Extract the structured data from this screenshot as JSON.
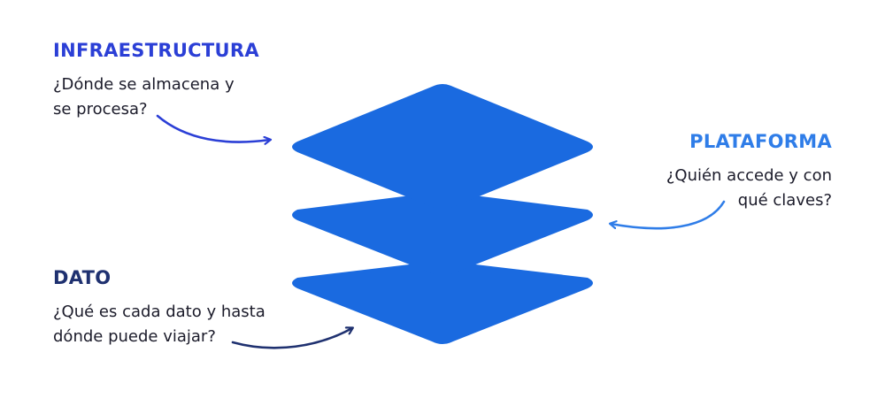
{
  "labels": {
    "infraestructura": {
      "title": "INFRAESTRUCTURA",
      "question_line1": "¿Dónde se almacena y",
      "question_line2": "se procesa?"
    },
    "plataforma": {
      "title": "PLATAFORMA",
      "question_line1": "¿Quién accede y con",
      "question_line2": "qué claves?"
    },
    "dato": {
      "title": "DATO",
      "question_line1": "¿Qué es cada dato y hasta",
      "question_line2": "dónde puede viajar?"
    }
  },
  "colors": {
    "layer_fill": "#1a6ae0",
    "infra_heading": "#2b3fd6",
    "plataforma_heading": "#2f7de8",
    "dato_heading": "#1f3170",
    "infra_arrow": "#2b3fd6",
    "plataforma_arrow": "#2f7de8",
    "dato_arrow": "#1f3170"
  },
  "icons": {
    "infra_arrow": "curved-arrow-right-icon",
    "plataforma_arrow": "curved-arrow-left-icon",
    "dato_arrow": "curved-arrow-up-right-icon"
  }
}
